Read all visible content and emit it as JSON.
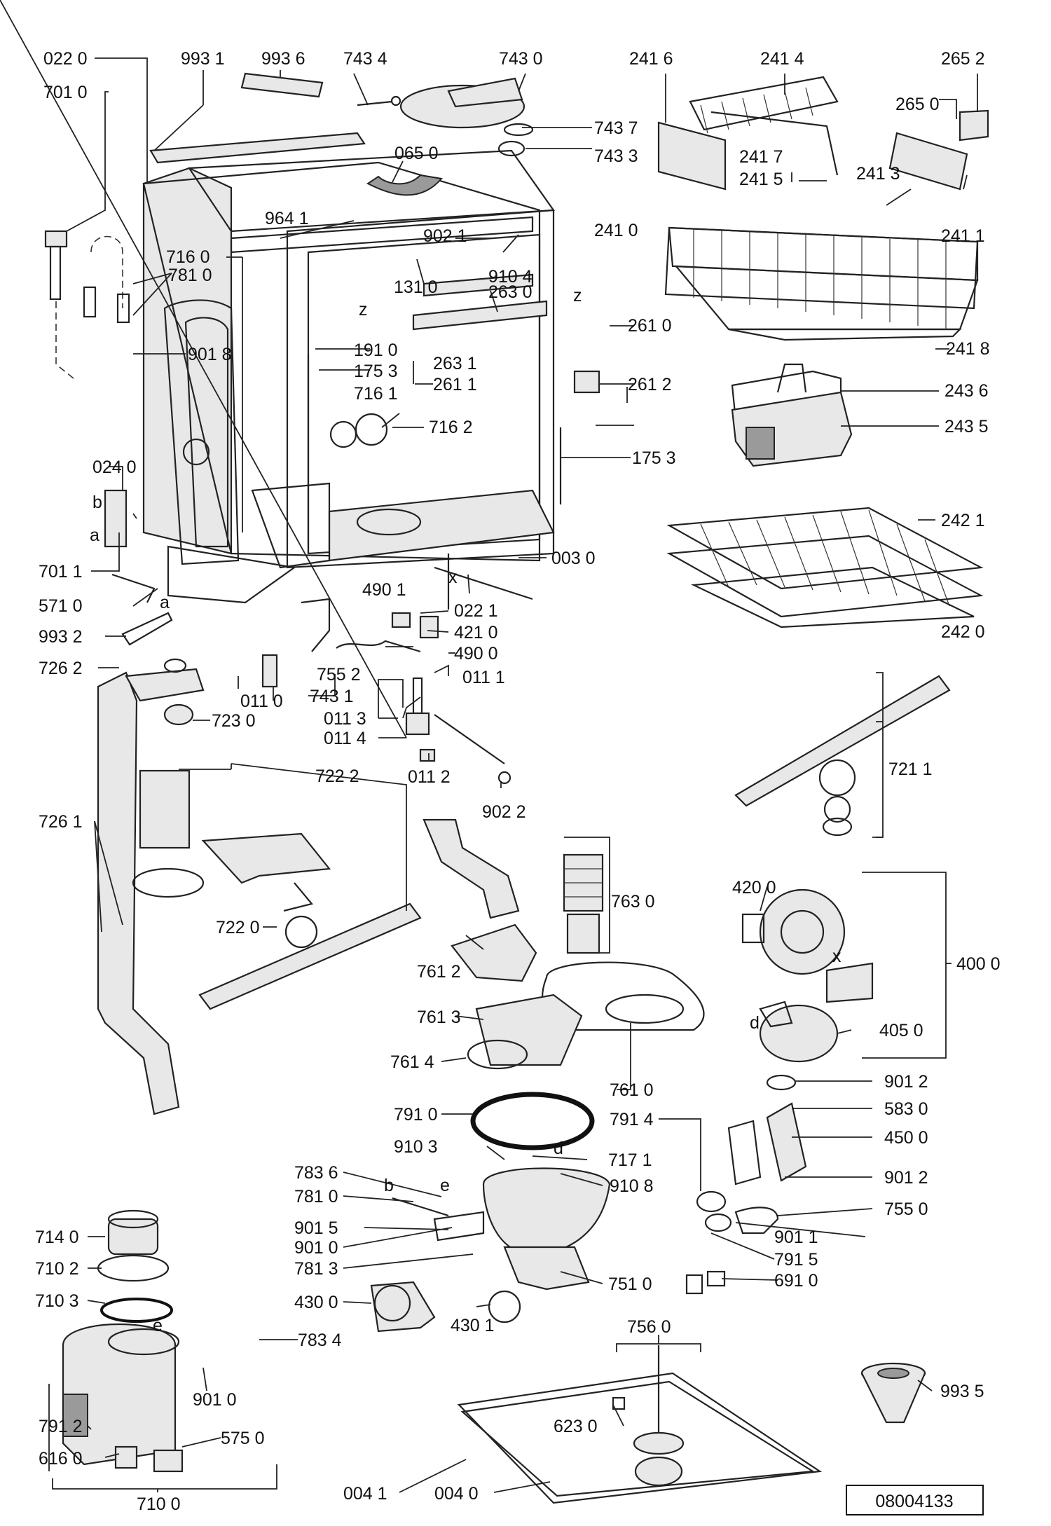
{
  "drawing": {
    "number": "08004133",
    "labels": {
      "l_022_0": "022 0",
      "l_993_1": "993 1",
      "l_993_6": "993 6",
      "l_743_4": "743 4",
      "l_743_0": "743 0",
      "l_241_6": "241 6",
      "l_241_4": "241 4",
      "l_265_2": "265 2",
      "l_701_0": "701 0",
      "l_265_0": "265 0",
      "l_743_7": "743 7",
      "l_743_3": "743 3",
      "l_065_0": "065 0",
      "l_241_7": "241 7",
      "l_241_3": "241 3",
      "l_241_5": "241 5",
      "l_964_1": "964 1",
      "l_902_1": "902 1",
      "l_241_0": "241 0",
      "l_241_1": "241 1",
      "l_716_0": "716 0",
      "l_910_4": "910 4",
      "l_781_0a": "781 0",
      "l_131_0": "131 0",
      "l_263_0": "263 0",
      "l_261_0": "261 0",
      "l_901_8": "901 8",
      "l_191_0": "191 0",
      "l_175_3a": "175 3",
      "l_263_1": "263 1",
      "l_261_1": "261 1",
      "l_261_2": "261 2",
      "l_241_8": "241 8",
      "l_243_6": "243 6",
      "l_716_1": "716 1",
      "l_716_2": "716 2",
      "l_243_5": "243 5",
      "l_175_3b": "175 3",
      "l_024_0": "024 0",
      "l_242_1": "242 1",
      "l_701_1": "701 1",
      "l_003_0": "003 0",
      "l_571_0": "571 0",
      "l_490_1": "490 1",
      "l_022_1": "022 1",
      "l_993_2": "993 2",
      "l_421_0": "421 0",
      "l_242_0": "242 0",
      "l_490_0": "490 0",
      "l_726_2": "726 2",
      "l_755_2": "755 2",
      "l_011_1": "011 1",
      "l_011_0": "011 0",
      "l_743_1": "743 1",
      "l_723_0": "723 0",
      "l_011_3": "011 3",
      "l_011_4": "011 4",
      "l_721_1": "721 1",
      "l_722_2": "722 2",
      "l_011_2": "011 2",
      "l_902_2": "902 2",
      "l_726_1": "726 1",
      "l_420_0": "420 0",
      "l_763_0": "763 0",
      "l_722_0": "722 0",
      "l_400_0": "400 0",
      "l_761_2": "761 2",
      "l_761_3": "761 3",
      "l_405_0": "405 0",
      "l_761_4": "761 4",
      "l_761_0": "761 0",
      "l_901_2a": "901 2",
      "l_583_0": "583 0",
      "l_791_0": "791 0",
      "l_791_4": "791 4",
      "l_450_0": "450 0",
      "l_910_3": "910 3",
      "l_717_1": "717 1",
      "l_783_6": "783 6",
      "l_910_8": "910 8",
      "l_901_2b": "901 2",
      "l_781_0b": "781 0",
      "l_755_0": "755 0",
      "l_901_5": "901 5",
      "l_714_0": "714 0",
      "l_901_1": "901 1",
      "l_901_0a": "901 0",
      "l_791_5": "791 5",
      "l_781_3": "781 3",
      "l_710_2": "710 2",
      "l_751_0": "751 0",
      "l_691_0": "691 0",
      "l_430_0": "430 0",
      "l_710_3": "710 3",
      "l_430_1": "430 1",
      "l_783_4": "783 4",
      "l_756_0": "756 0",
      "l_901_0b": "901 0",
      "l_993_5": "993 5",
      "l_791_2": "791 2",
      "l_623_0": "623 0",
      "l_575_0": "575 0",
      "l_616_0": "616 0",
      "l_710_0": "710 0",
      "l_004_1": "004 1",
      "l_004_0": "004 0"
    },
    "letters": {
      "a1": "a",
      "a2": "a",
      "b1": "b",
      "b2": "b",
      "d1": "d",
      "d2": "d",
      "e1": "e",
      "e2": "e",
      "x1": "x",
      "x2": "x",
      "z1": "z",
      "z2": "z"
    }
  }
}
